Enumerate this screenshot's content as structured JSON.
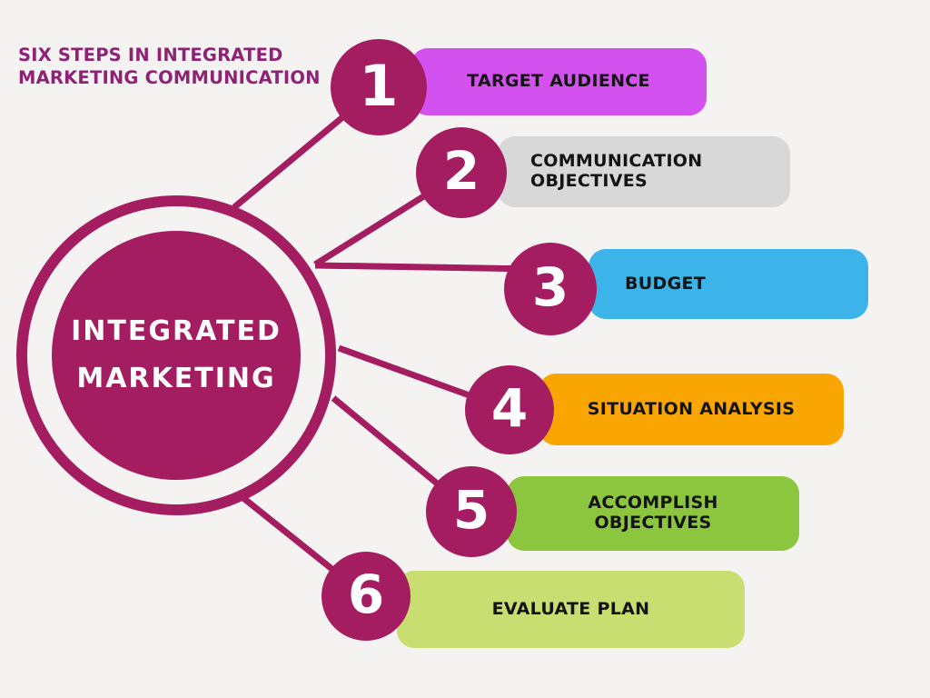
{
  "title": {
    "text": "SIX STEPS IN INTEGRATED MARKETING COMMUNICATION"
  },
  "center": {
    "label": "INTEGRATED MARKETING"
  },
  "steps": [
    {
      "number": "1",
      "label": "TARGET AUDIENCE",
      "pill_color": "#d351ee"
    },
    {
      "number": "2",
      "label": "COMMUNICATION OBJECTIVES",
      "pill_color": "#d8d8d8"
    },
    {
      "number": "3",
      "label": "BUDGET",
      "pill_color": "#3db4e9"
    },
    {
      "number": "4",
      "label": "SITUATION ANALYSIS",
      "pill_color": "#f9a602"
    },
    {
      "number": "5",
      "label": "ACCOMPLISH OBJECTIVES",
      "pill_color": "#8cc63e"
    },
    {
      "number": "6",
      "label": "EVALUATE PLAN",
      "pill_color": "#c9de70"
    }
  ],
  "theme": {
    "background": "#f4f3f1",
    "magenta": "#a51d61",
    "title_color": "#8e2276",
    "label_color": "#141414",
    "number_color": "#ffffff",
    "center_text_color": "#ffffff"
  }
}
